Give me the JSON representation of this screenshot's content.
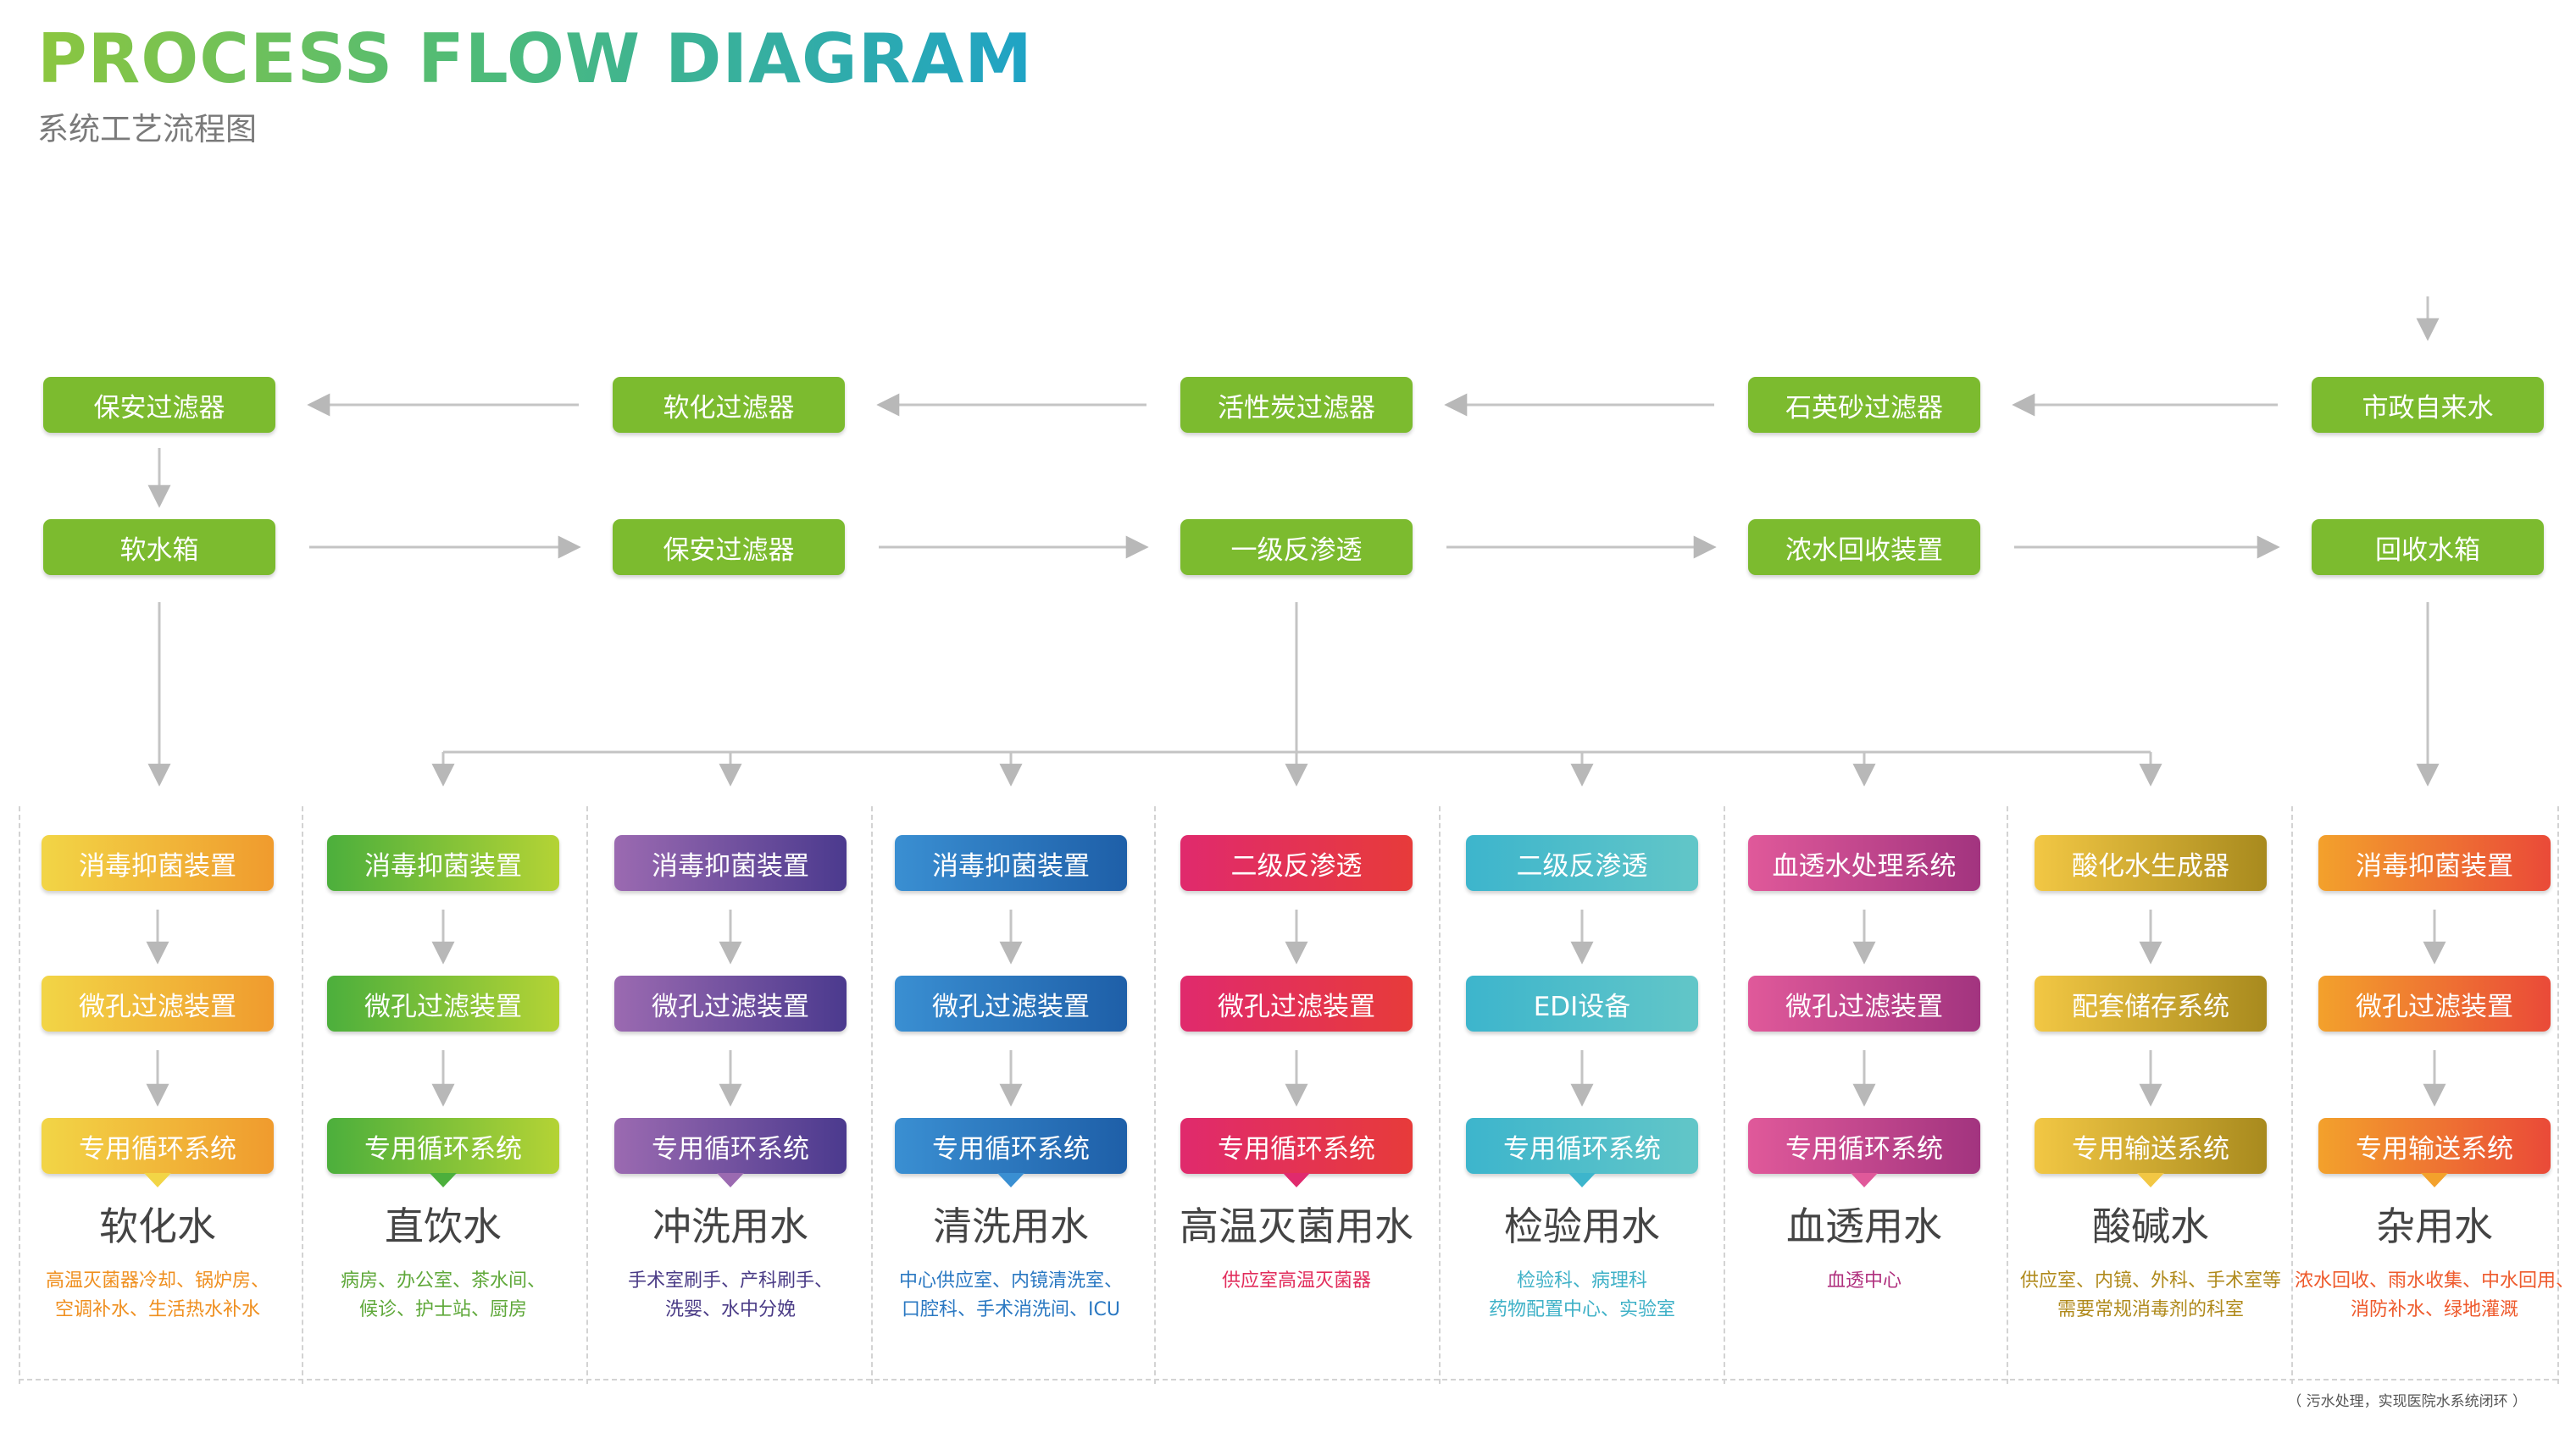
{
  "header": {
    "title": "PROCESS FLOW DIAGRAM",
    "subtitle": "系统工艺流程图"
  },
  "top_flow": {
    "row1": [
      "保安过滤器",
      "软化过滤器",
      "活性炭过滤器",
      "石英砂过滤器",
      "市政自来水"
    ],
    "row2": [
      "软水箱",
      "保安过滤器",
      "一级反渗透",
      "浓水回收装置",
      "回收水箱"
    ]
  },
  "columns": [
    {
      "steps": [
        "消毒抑菌装置",
        "微孔过滤装置",
        "专用循环系统"
      ],
      "label": "软化水",
      "desc": [
        "高温灭菌器冷却、锅炉房、",
        "空调补水、生活热水补水"
      ],
      "colors": {
        "from": "#f2d546",
        "to": "#f09b2e",
        "text": "#ef8f1f"
      }
    },
    {
      "steps": [
        "消毒抑菌装置",
        "微孔过滤装置",
        "专用循环系统"
      ],
      "label": "直饮水",
      "desc": [
        "病房、办公室、茶水间、",
        "候诊、护士站、厨房"
      ],
      "colors": {
        "from": "#4caf3c",
        "to": "#b4d335",
        "text": "#5fa83a"
      }
    },
    {
      "steps": [
        "消毒抑菌装置",
        "微孔过滤装置",
        "专用循环系统"
      ],
      "label": "冲洗用水",
      "desc": [
        "手术室刷手、产科刷手、",
        "洗婴、水中分娩"
      ],
      "colors": {
        "from": "#9b6ab1",
        "to": "#4b3a8e",
        "text": "#4a3b86"
      }
    },
    {
      "steps": [
        "消毒抑菌装置",
        "微孔过滤装置",
        "专用循环系统"
      ],
      "label": "清洗用水",
      "desc": [
        "中心供应室、内镜清洗室、",
        "口腔科、手术消洗间、ICU"
      ],
      "colors": {
        "from": "#3a8fd2",
        "to": "#1e5fa8",
        "text": "#2a78c2"
      }
    },
    {
      "steps": [
        "二级反渗透",
        "微孔过滤装置",
        "专用循环系统"
      ],
      "label": "高温灭菌用水",
      "desc": [
        "供应室高温灭菌器"
      ],
      "colors": {
        "from": "#e02a6d",
        "to": "#e73b3a",
        "text": "#e22d5c"
      }
    },
    {
      "steps": [
        "二级反渗透",
        "EDI设备",
        "专用循环系统"
      ],
      "label": "检验用水",
      "desc": [
        "检验科、病理科",
        "药物配置中心、实验室"
      ],
      "colors": {
        "from": "#3db5cc",
        "to": "#62c6c8",
        "text": "#3fb1c7"
      }
    },
    {
      "steps": [
        "血透水处理系统",
        "微孔过滤装置",
        "专用循环系统"
      ],
      "label": "血透用水",
      "desc": [
        "血透中心"
      ],
      "colors": {
        "from": "#e0599a",
        "to": "#a2347f",
        "text": "#b0307e"
      }
    },
    {
      "steps": [
        "酸化水生成器",
        "配套储存系统",
        "专用输送系统"
      ],
      "label": "酸碱水",
      "desc": [
        "供应室、内镜、外科、手术室等",
        "需要常规消毒剂的科室"
      ],
      "colors": {
        "from": "#f2c744",
        "to": "#a88a1e",
        "text": "#b08a1c"
      }
    },
    {
      "steps": [
        "消毒抑菌装置",
        "微孔过滤装置",
        "专用输送系统"
      ],
      "label": "杂用水",
      "desc": [
        "浓水回收、雨水收集、中水回用、",
        "消防补水、绿地灌溉"
      ],
      "colors": {
        "from": "#f3a12c",
        "to": "#ea4a38",
        "text": "#ee5a2c"
      }
    }
  ],
  "footnote": "（ 污水处理，实现医院水系统闭环 ）"
}
